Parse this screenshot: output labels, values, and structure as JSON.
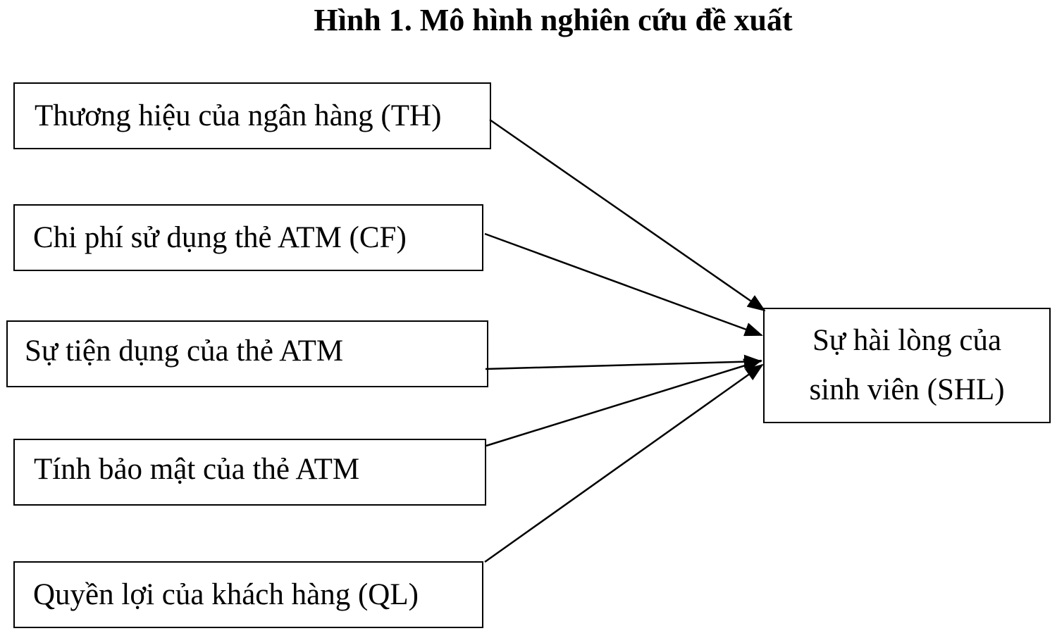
{
  "figure": {
    "title": "Hình 1. Mô hình nghiên cứu đề xuất"
  },
  "factors": [
    {
      "id": "TH",
      "label": "Thương hiệu của ngân hàng (TH)"
    },
    {
      "id": "CF",
      "label": "Chi phí sử dụng thẻ ATM (CF)"
    },
    {
      "id": "TD",
      "label": "Sự tiện dụng của thẻ ATM"
    },
    {
      "id": "BM",
      "label": "Tính bảo mật của thẻ ATM"
    },
    {
      "id": "QL",
      "label": "Quyền lợi của khách hàng (QL)"
    }
  ],
  "outcome": {
    "id": "SHL",
    "line1": "Sự hài lòng của",
    "line2": "sinh viên (SHL)"
  },
  "edges": [
    {
      "from": "TH",
      "to": "SHL"
    },
    {
      "from": "CF",
      "to": "SHL"
    },
    {
      "from": "TD",
      "to": "SHL"
    },
    {
      "from": "BM",
      "to": "SHL"
    },
    {
      "from": "QL",
      "to": "SHL"
    }
  ],
  "colors": {
    "line": "#000000",
    "background": "#ffffff"
  }
}
